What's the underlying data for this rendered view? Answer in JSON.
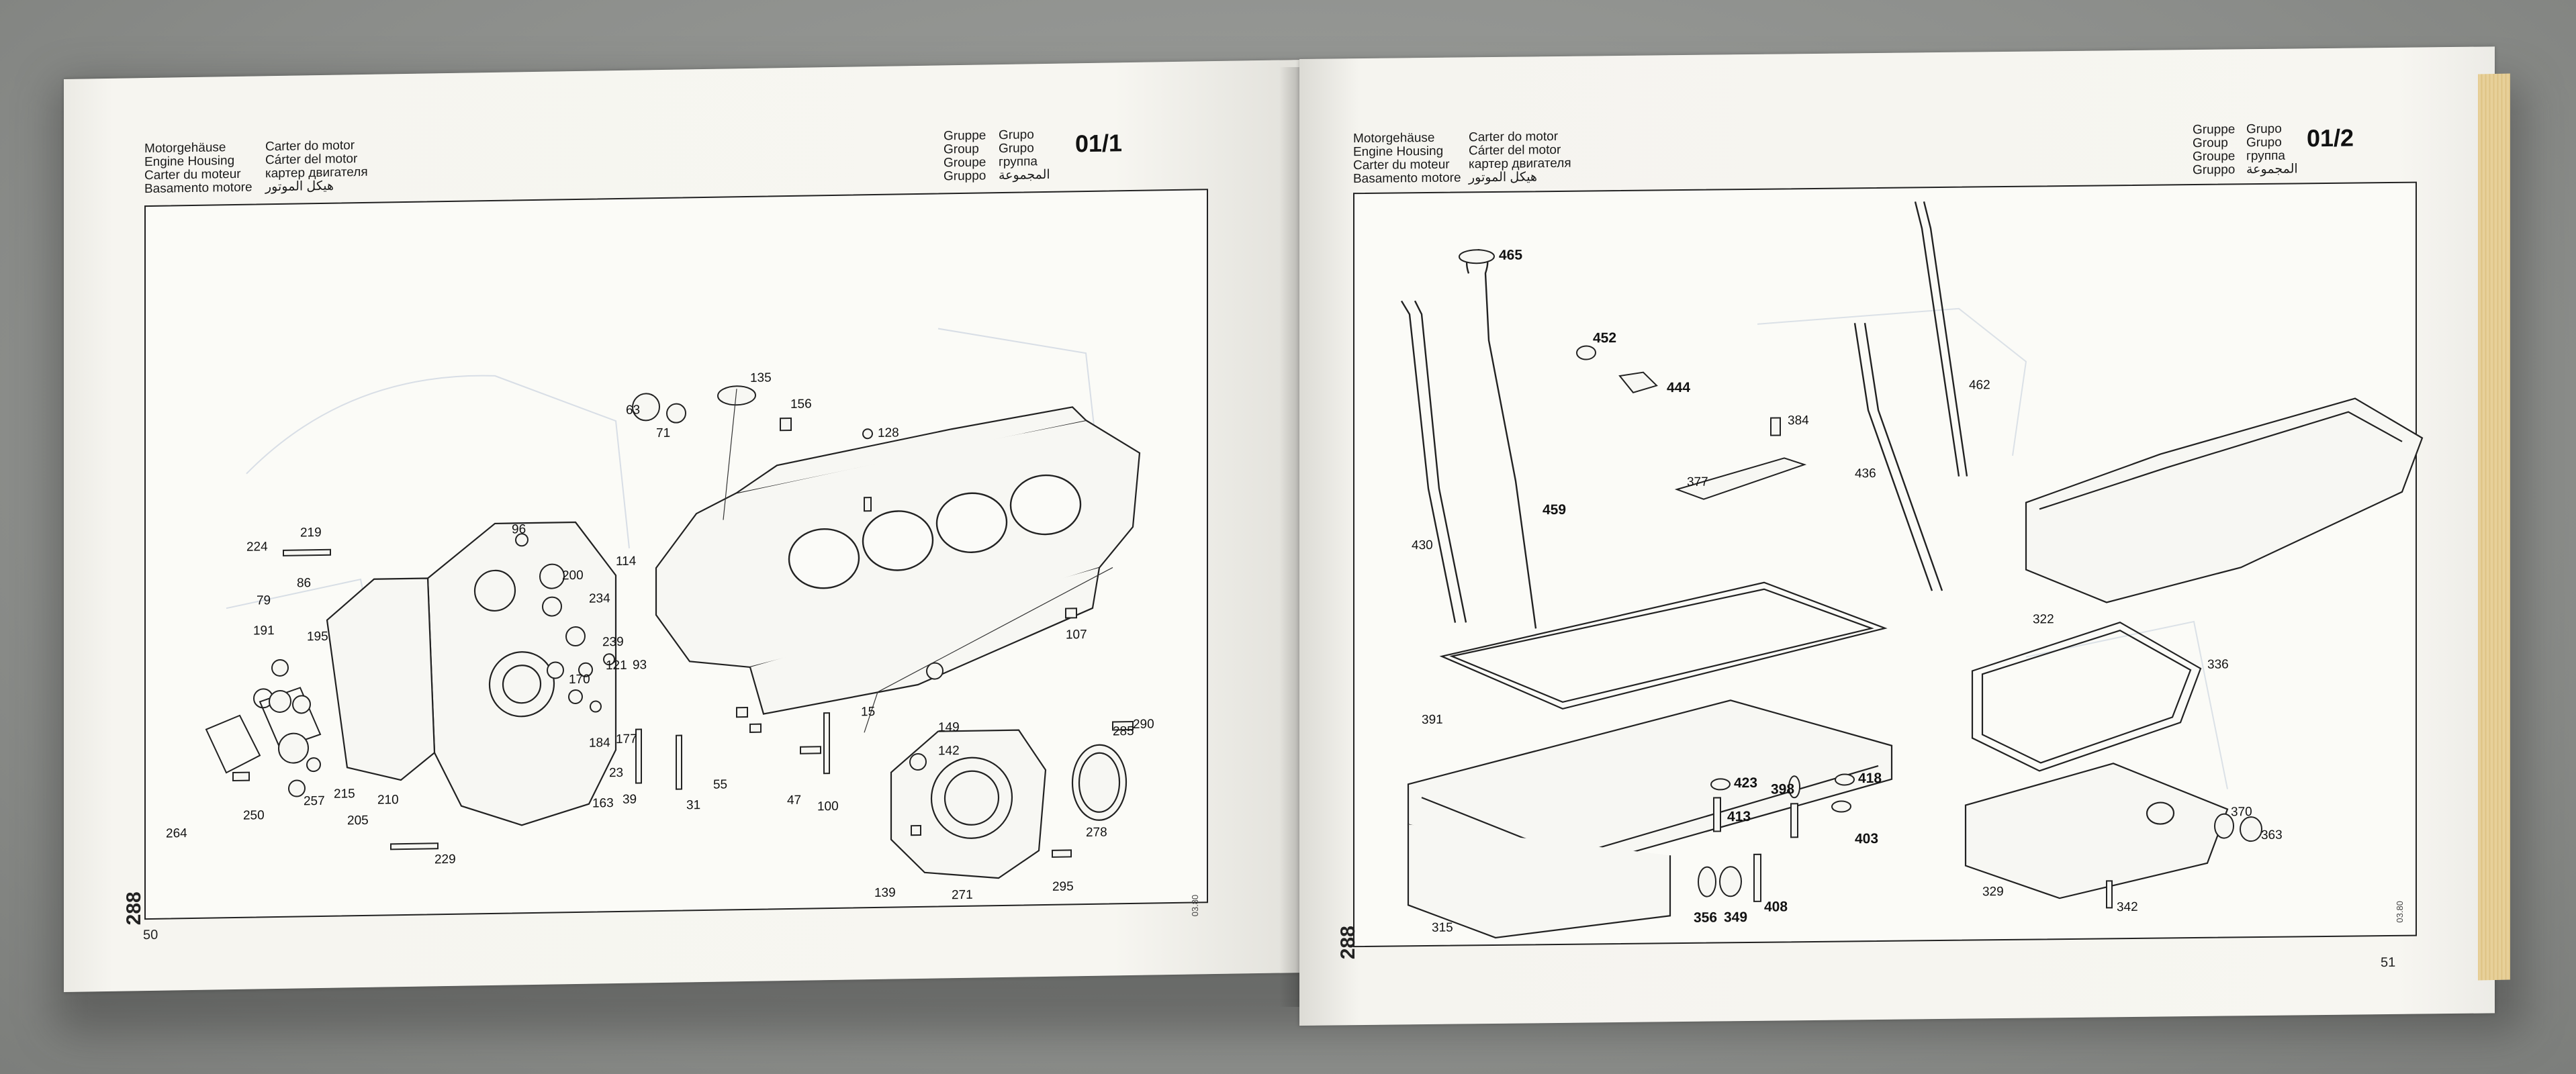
{
  "left_page": {
    "header_left": [
      "Motorgehäuse",
      "Engine Housing",
      "Carter du moteur",
      "Basamento motore"
    ],
    "header_mid": [
      "Carter do motor",
      "Cárter del motor",
      "картер двигателя",
      "هيكل الموتور"
    ],
    "group_labels": [
      "Gruppe",
      "Group",
      "Groupe",
      "Gruppo"
    ],
    "group_values": [
      "Grupo",
      "Grupo",
      "группа",
      "المجموعة"
    ],
    "group_number": "01/1",
    "side_number": "288",
    "page_number": "50",
    "code": "03.80",
    "callouts": [
      "135",
      "156",
      "128",
      "63",
      "71",
      "96",
      "114",
      "200",
      "234",
      "239",
      "121",
      "93",
      "170",
      "107",
      "224",
      "219",
      "86",
      "79",
      "191",
      "195",
      "184",
      "177",
      "15",
      "149",
      "142",
      "285",
      "290",
      "23",
      "55",
      "47",
      "100",
      "250",
      "257",
      "215",
      "210",
      "205",
      "163",
      "39",
      "31",
      "264",
      "229",
      "278",
      "139",
      "271",
      "295"
    ]
  },
  "right_page": {
    "header_left": [
      "Motorgehäuse",
      "Engine Housing",
      "Carter du moteur",
      "Basamento motore"
    ],
    "header_mid": [
      "Carter do motor",
      "Cárter del motor",
      "картер двигателя",
      "هيكل الموتور"
    ],
    "group_labels": [
      "Gruppe",
      "Group",
      "Groupe",
      "Gruppo"
    ],
    "group_values": [
      "Grupo",
      "Grupo",
      "группа",
      "المجموعة"
    ],
    "group_number": "01/2",
    "side_number": "288",
    "page_number": "51",
    "code": "03.80",
    "callouts": [
      "465",
      "452",
      "444",
      "462",
      "384",
      "377",
      "436",
      "430",
      "459",
      "322",
      "391",
      "336",
      "423",
      "398",
      "418",
      "413",
      "403",
      "370",
      "363",
      "329",
      "356",
      "349",
      "408",
      "342",
      "315"
    ]
  }
}
